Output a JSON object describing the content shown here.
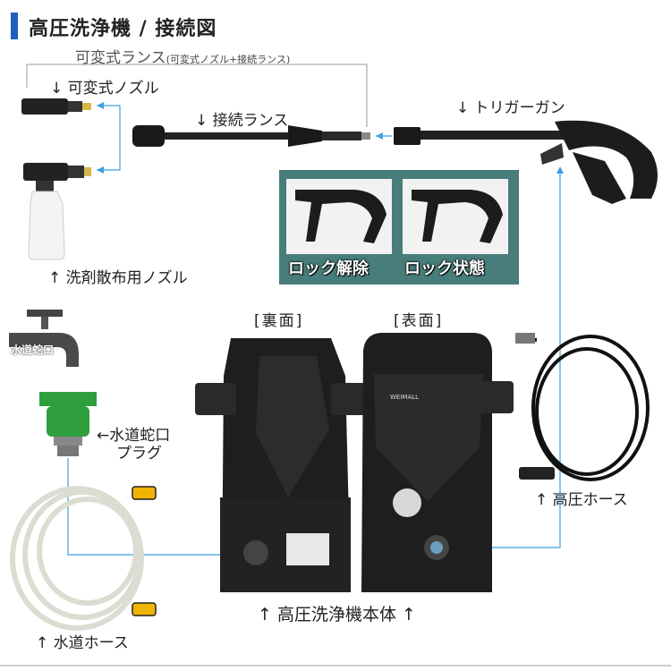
{
  "title": "高圧洗浄機 / 接続図",
  "lance_group": {
    "label": "可変式ランス",
    "sublabel": "(可変式ノズル+接続ランス)"
  },
  "parts": {
    "variable_nozzle": "↓ 可変式ノズル",
    "connecting_lance": "↓ 接続ランス",
    "trigger_gun": "↓ トリガーガン",
    "detergent_nozzle": "↑ 洗剤散布用ノズル",
    "faucet": "水道蛇口",
    "faucet_plug_line1": "←水道蛇口",
    "faucet_plug_line2": "プラグ",
    "water_hose": "↑ 水道ホース",
    "high_pressure_hose": "↑ 高圧ホース",
    "main_unit": "↑ 高圧洗浄機本体 ↑"
  },
  "lock_states": {
    "unlocked": "ロック解除",
    "locked": "ロック状態"
  },
  "views": {
    "back": "[裏面]",
    "front": "[表面]"
  },
  "brand": {
    "logo": "WEIMALL"
  },
  "colors": {
    "accent_blue": "#1f5fbf",
    "connector_blue": "#3aa0e0",
    "lock_panel": "#477d7a",
    "plug_green": "#2e9e3e",
    "hose_yellow": "#f2b400"
  }
}
